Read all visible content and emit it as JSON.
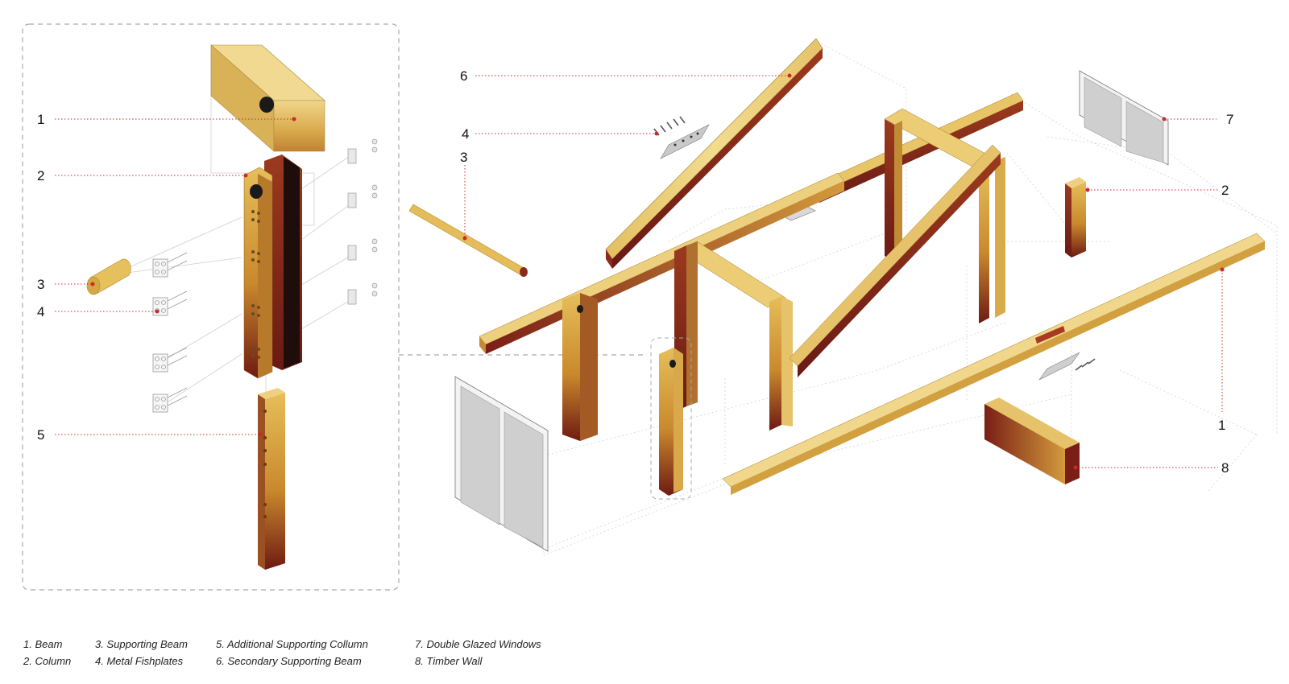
{
  "callouts": {
    "left": [
      "1",
      "2",
      "3",
      "4",
      "5"
    ],
    "right": {
      "r6": "6",
      "r4": "4",
      "r3": "3",
      "r7": "7",
      "r2": "2",
      "r1": "1",
      "r8": "8"
    }
  },
  "legend": {
    "col1": [
      "1. Beam",
      "2. Column"
    ],
    "col2": [
      "3. Supporting Beam",
      "4. Metal Fishplates"
    ],
    "col3": [
      "5. Additional Supporting Collumn",
      "6. Secondary Supporting Beam"
    ],
    "col4": [
      "7. Double Glazed Windows",
      "8. Timber Wall"
    ]
  },
  "colors": {
    "timber_light": "#e9c871",
    "timber_mid": "#c98f35",
    "timber_dark": "#8a2a1c",
    "leader": "#cc2a2a",
    "glass": "#cfcfcf",
    "frame": "#f2f2f2",
    "metal": "#bdbdbd"
  }
}
